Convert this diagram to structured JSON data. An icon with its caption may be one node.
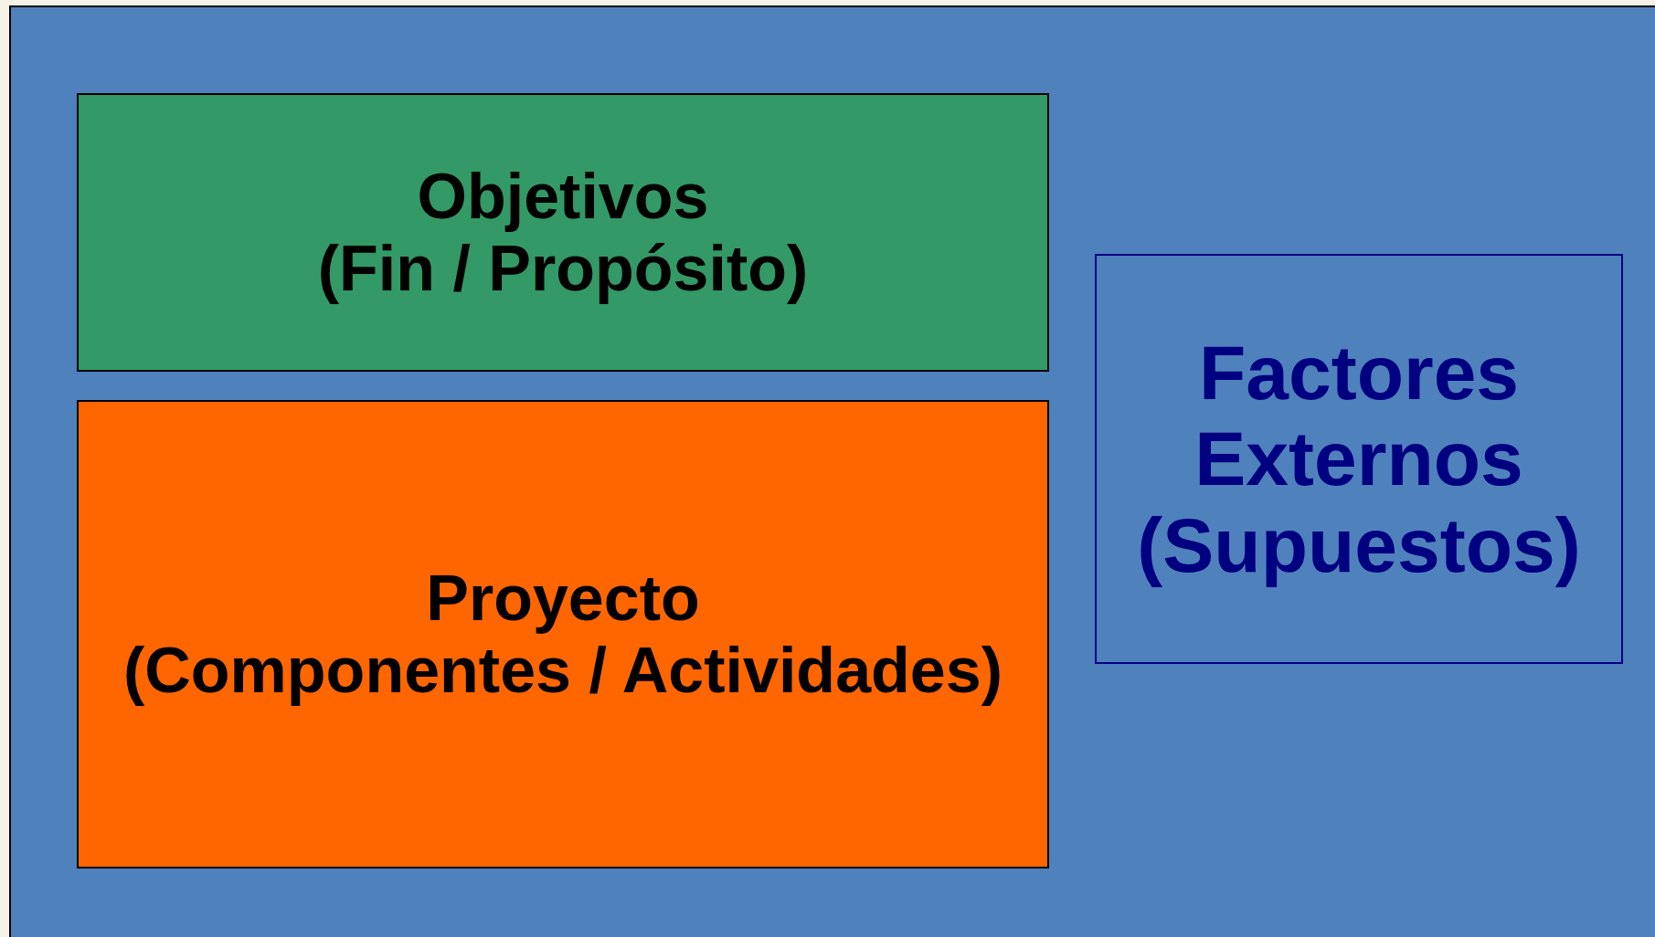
{
  "diagram": {
    "nodes": [
      {
        "text": [
          "Objetivos",
          "(Fin / Propósito)"
        ]
      },
      {
        "text": [
          "Proyecto",
          "(Componentes / Actividades)"
        ]
      },
      {
        "text": [
          "Factores Externos",
          "(Supuestos)"
        ]
      }
    ]
  }
}
